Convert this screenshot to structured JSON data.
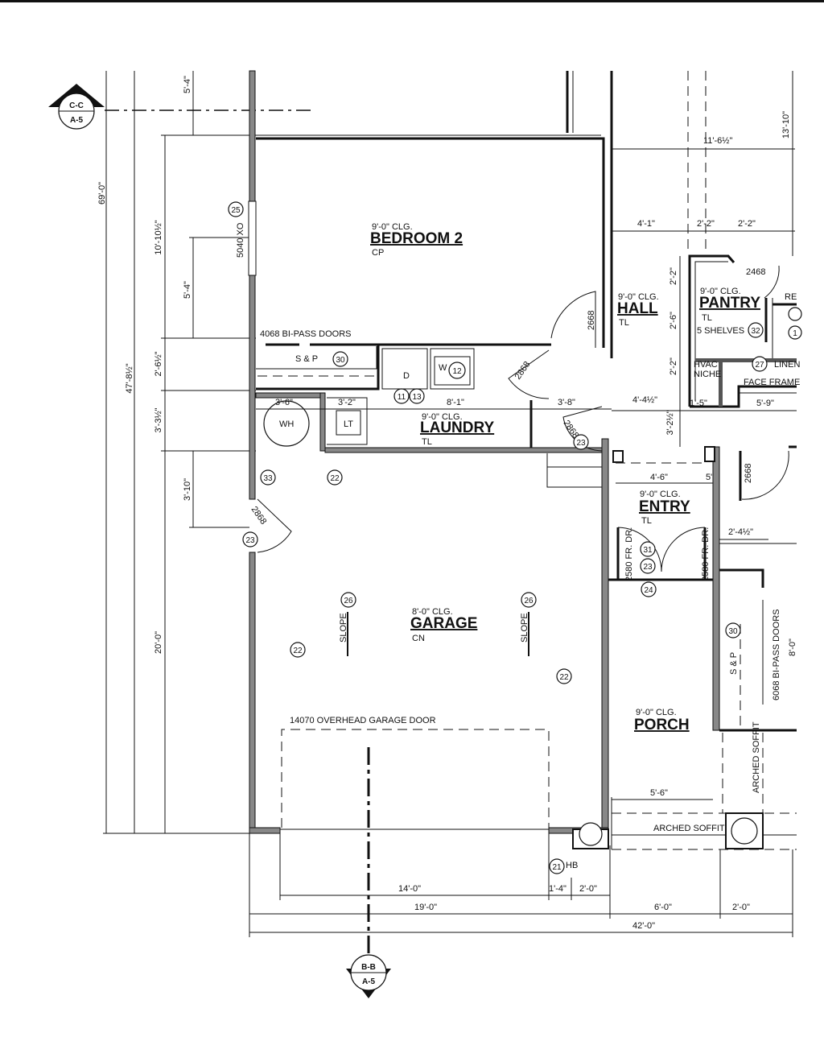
{
  "section_markers": [
    {
      "top": "C-C",
      "bottom": "A-5"
    },
    {
      "top": "B-B",
      "bottom": "A-5"
    }
  ],
  "rooms": {
    "bedroom2": {
      "ceiling": "9'-0\" CLG.",
      "name": "BEDROOM 2",
      "floor": "CP"
    },
    "hall": {
      "ceiling": "9'-0\" CLG.",
      "name": "HALL",
      "floor": "TL"
    },
    "pantry": {
      "ceiling": "9'-0\" CLG.",
      "name": "PANTRY",
      "floor": "TL"
    },
    "laundry": {
      "ceiling": "9'-0\" CLG.",
      "name": "LAUNDRY",
      "floor": "TL"
    },
    "entry": {
      "ceiling": "9'-0\" CLG.",
      "name": "ENTRY",
      "floor": "TL"
    },
    "garage": {
      "ceiling": "8'-0\" CLG.",
      "name": "GARAGE",
      "floor": "CN"
    },
    "porch": {
      "ceiling": "9'-0\" CLG.",
      "name": "PORCH"
    }
  },
  "notes": {
    "bipass_4068": "4068 BI-PASS DOORS",
    "sp": "S & P",
    "dryer": "D",
    "washer": "W",
    "water_heater": "WH",
    "laundry_tub": "LT",
    "door_2868": "2868",
    "door_2668": "2668",
    "door_2468": "2468",
    "shelves": "5 SHELVES",
    "hvac": "HVAC",
    "niche": "NICHE",
    "linen": "LINEN",
    "face_frame": "FACE FRAME",
    "re": "RE",
    "window_5040": "5040 XO",
    "garage_door": "14070 OVERHEAD GARAGE DOOR",
    "slope": "SLOPE",
    "fr_dr": "2580 FR. DR.",
    "bipass_6068": "6068 BI-PASS DOORS",
    "bipass_height": "8'-0\"",
    "arched_soffit": "ARCHED SOFFIT",
    "hose_bib": "HB"
  },
  "tags": {
    "t11": "11",
    "t12": "12",
    "t13": "13",
    "t21": "21",
    "t22": "22",
    "t23": "23",
    "t24": "24",
    "t25": "25",
    "t26": "26",
    "t27": "27",
    "t30": "30",
    "t31": "31",
    "t32": "32",
    "t33": "33",
    "t1": "1"
  },
  "dimensions": {
    "overall_69": "69'-0\"",
    "overall_47": "47'-8½\"",
    "d10_10": "10'-10½\"",
    "d2_6": "2'-6½\"",
    "d3_3": "3'-3½\"",
    "d20": "20'-0\"",
    "d5_4a": "5'-4\"",
    "d5_4b": "5'-4\"",
    "d3_10": "3'-10\"",
    "d11_6": "11'-6½\"",
    "d13_10": "13'-10\"",
    "d4_1": "4'-1\"",
    "d2_2a": "2'-2\"",
    "d2_2b": "2'-2\"",
    "d2_2c": "2'-2\"",
    "d2_6v": "2'-6\"",
    "d2_2d": "2'-2\"",
    "d4_4": "4'-4½\"",
    "d1_5": "1'-5\"",
    "d5_9": "5'-9\"",
    "d3_2": "3'-2½\"",
    "d3_6": "3'-6\"",
    "d3_2b": "3'-2\"",
    "d8_1": "8'-1\"",
    "d3_8": "3'-8\"",
    "d4_6": "4'-6\"",
    "d5": "5\"",
    "d2_4": "2'-4½\"",
    "d5_6": "5'-6\"",
    "d14": "14'-0\"",
    "d1_4": "1'-4\"",
    "d2_0a": "2'-0\"",
    "d19": "19'-0\"",
    "d6": "6'-0\"",
    "d2_0b": "2'-0\"",
    "d42": "42'-0\""
  }
}
